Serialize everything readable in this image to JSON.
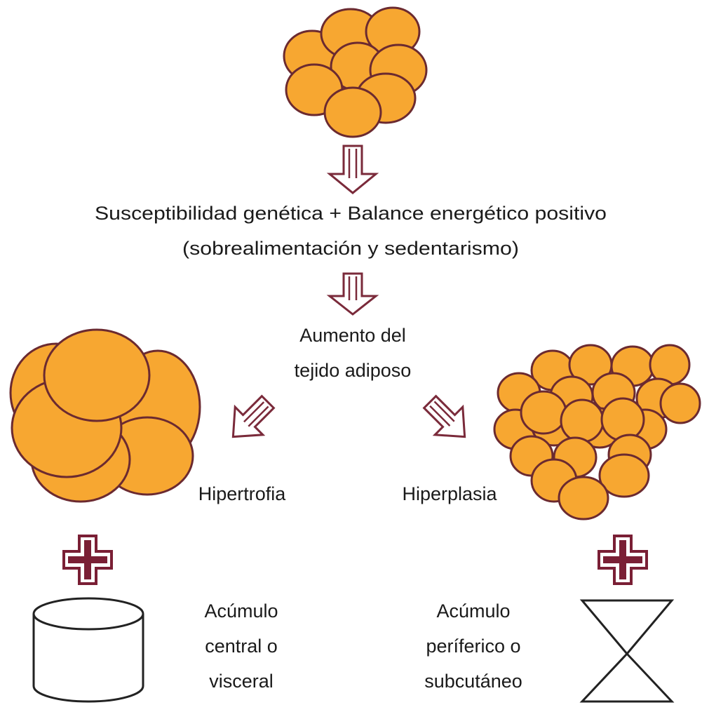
{
  "labels": {
    "cause_line1": "Susceptibilidad genética + Balance energético positivo",
    "cause_line2": "(sobrealimentación y sedentarismo)",
    "increase_line1": "Aumento del",
    "increase_line2": "tejido adiposo",
    "left_process": "Hipertrofia",
    "right_process": "Hiperplasia",
    "left_outcome_line1": "Acúmulo",
    "left_outcome_line2": "central o",
    "left_outcome_line3": "visceral",
    "right_outcome_line1": "Acúmulo",
    "right_outcome_line2": "períferico o",
    "right_outcome_line3": "subcutáneo"
  },
  "colors": {
    "fat_cell_fill": "#f7a731",
    "fat_cell_border": "#6b2a30",
    "arrow_border": "#7a2a3a",
    "plus_color": "#7a1f35",
    "text": "#1a1a1a"
  },
  "icons": {
    "top_cells": "fat-cell-cluster",
    "left_cells": "hypertrophic-fat-cells",
    "right_cells": "hyperplastic-fat-cells",
    "left_shape": "cylinder-body-shape",
    "right_shape": "hourglass-body-shape",
    "plus": "plus-sign"
  }
}
